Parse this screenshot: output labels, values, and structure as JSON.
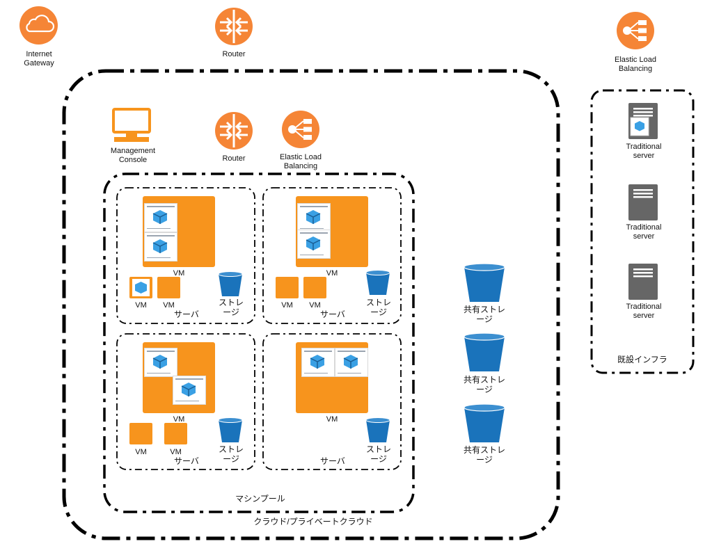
{
  "top": {
    "internet_gateway": "Internet\nGateway",
    "router": "Router",
    "elb": "Elastic Load\nBalancing"
  },
  "cloud": {
    "label": "クラウド/プライベートクラウド",
    "management_console": "Management\nConsole",
    "router": "Router",
    "elb": "Elastic Load\nBalancing"
  },
  "pool": {
    "label": "マシンプール"
  },
  "servers": [
    {
      "label": "サーバ",
      "vm_big": "VM",
      "vm_small": [
        "VM",
        "VM"
      ],
      "storage": "ストレ\nージ"
    },
    {
      "label": "サーバ",
      "vm_big": "VM",
      "vm_small": [
        "VM",
        "VM"
      ],
      "storage": "ストレ\nージ"
    },
    {
      "label": "サーバ",
      "vm_big": "VM",
      "vm_small": [
        "VM",
        "VM"
      ],
      "storage": "ストレ\nージ"
    },
    {
      "label": "サーバ",
      "vm_big": "VM",
      "storage": "ストレ\nージ"
    }
  ],
  "shared_storage": [
    "共有ストレ\nージ",
    "共有ストレ\nージ",
    "共有ストレ\nージ"
  ],
  "legacy": {
    "label": "既設インフラ",
    "servers": [
      "Traditional\nserver",
      "Traditional\nserver",
      "Traditional\nserver"
    ]
  },
  "colors": {
    "aws_orange": "#f58536",
    "vm_orange": "#f7941d",
    "storage_blue": "#1a73bb",
    "server_gray": "#666666"
  }
}
